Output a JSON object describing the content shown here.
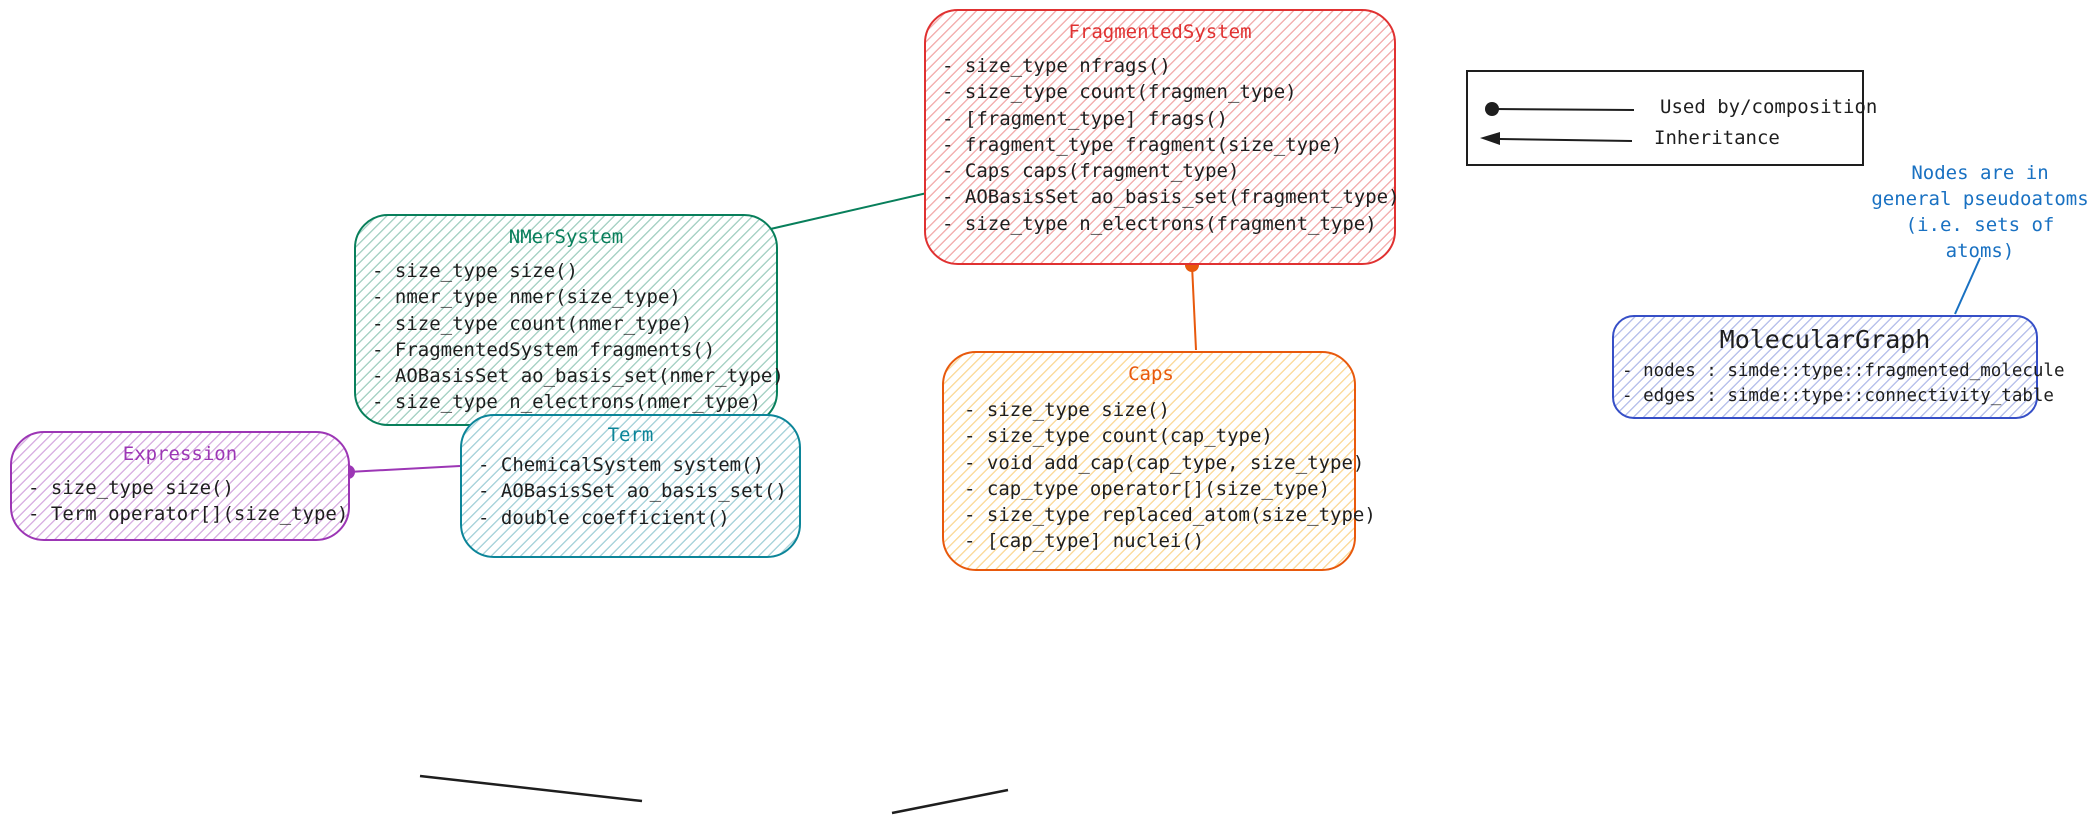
{
  "colors": {
    "fragmented_system": "#e03131",
    "nmer_system": "#087f5b",
    "expression": "#9c36b5",
    "term": "#0c8599",
    "caps": "#e8590c",
    "molecular_graph": "#364fc7",
    "note": "#1971c2",
    "ink": "#1e1e1e"
  },
  "fragmented_system": {
    "title": "FragmentedSystem",
    "members": [
      "- size_type nfrags()",
      "- size_type count(fragmen_type)",
      "- [fragment_type] frags()",
      "- fragment_type fragment(size_type)",
      "- Caps caps(fragment_type)",
      "- AOBasisSet ao_basis_set(fragment_type)",
      "- size_type n_electrons(fragment_type)"
    ]
  },
  "nmer_system": {
    "title": "NMerSystem",
    "members": [
      "- size_type size()",
      "- nmer_type nmer(size_type)",
      "- size_type count(nmer_type)",
      "- FragmentedSystem fragments()",
      "- AOBasisSet ao_basis_set(nmer_type)",
      "- size_type n_electrons(nmer_type)"
    ]
  },
  "expression": {
    "title": "Expression",
    "members": [
      "- size_type size()",
      "- Term operator[](size_type)"
    ]
  },
  "term": {
    "title": "Term",
    "members": [
      "- ChemicalSystem system()",
      "- AOBasisSet ao_basis_set()",
      "- double coefficient()"
    ]
  },
  "caps": {
    "title": "Caps",
    "members": [
      "- size_type size()",
      "- size_type count(cap_type)",
      "- void add_cap(cap_type, size_type)",
      "- cap_type operator[](size_type)",
      "- size_type replaced_atom(size_type)",
      "- [cap_type] nuclei()"
    ]
  },
  "molecular_graph": {
    "title": "MolecularGraph",
    "members": [
      "- nodes : simde::type::fragmented_molecule",
      "- edges : simde::type::connectivity_table"
    ]
  },
  "legend": {
    "composition_label": "Used by/composition",
    "inheritance_label": "Inheritance"
  },
  "note": {
    "text": "Nodes are in\ngeneral pseudoatoms\n(i.e. sets of atoms)"
  }
}
